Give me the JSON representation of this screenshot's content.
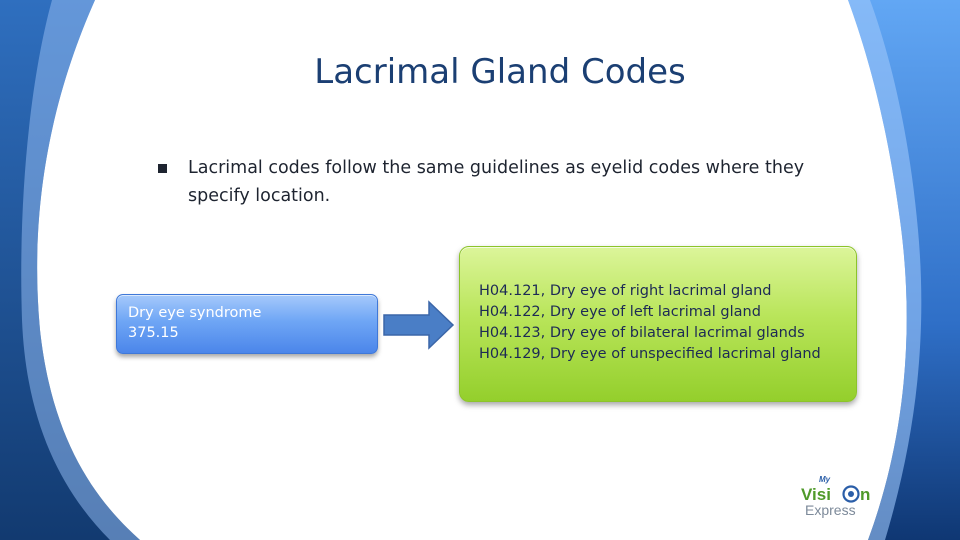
{
  "slide": {
    "title": "Lacrimal Gland Codes",
    "bullet": "Lacrimal codes follow the same guidelines as eyelid codes where they specify location."
  },
  "source_box": {
    "line1": "Dry eye syndrome",
    "line2": "375.15"
  },
  "target_box": {
    "lines": [
      "H04.121, Dry eye of right lacrimal gland",
      "H04.122, Dry eye of left lacrimal gland",
      "H04.123, Dry eye of bilateral lacrimal glands",
      "H04.129, Dry eye of unspecified lacrimal gland"
    ]
  },
  "logo": {
    "word1": "My",
    "word2": "Visi",
    "word3": "n",
    "word4": "Express"
  },
  "colors": {
    "title": "#1b3f73",
    "blue_box": "#5b93ef",
    "green_box": "#a9dc45",
    "arrow": "#4a7ec6",
    "band_dark": "#1f4e92",
    "band_light": "#5f9be5"
  }
}
